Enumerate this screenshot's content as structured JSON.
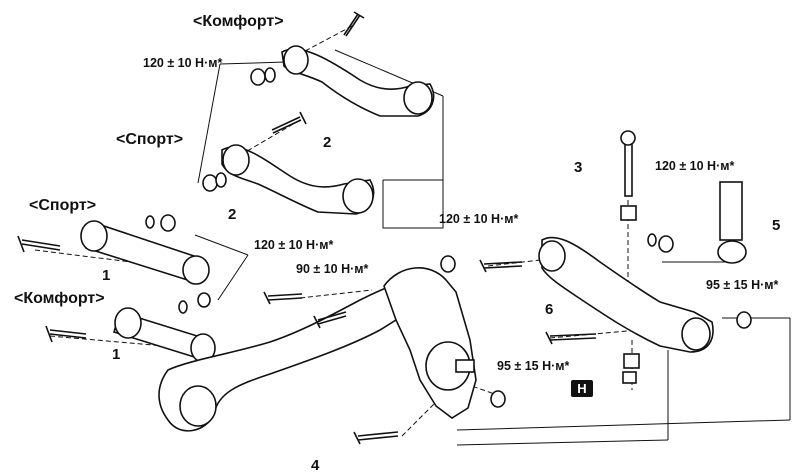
{
  "variants": {
    "comfort": "<Комфорт>",
    "sport": "<Спорт>"
  },
  "torques": {
    "t120": "120 ± 10 Н·м*",
    "t90": "90 ± 10 Н·м*",
    "t95": "95 ± 15 Н·м*"
  },
  "part_numbers": [
    "1",
    "2",
    "3",
    "4",
    "5",
    "6"
  ],
  "special_tool_badge": "H",
  "colors": {
    "line": "#111111",
    "fill": "#ffffff",
    "badge_bg": "#111111"
  }
}
